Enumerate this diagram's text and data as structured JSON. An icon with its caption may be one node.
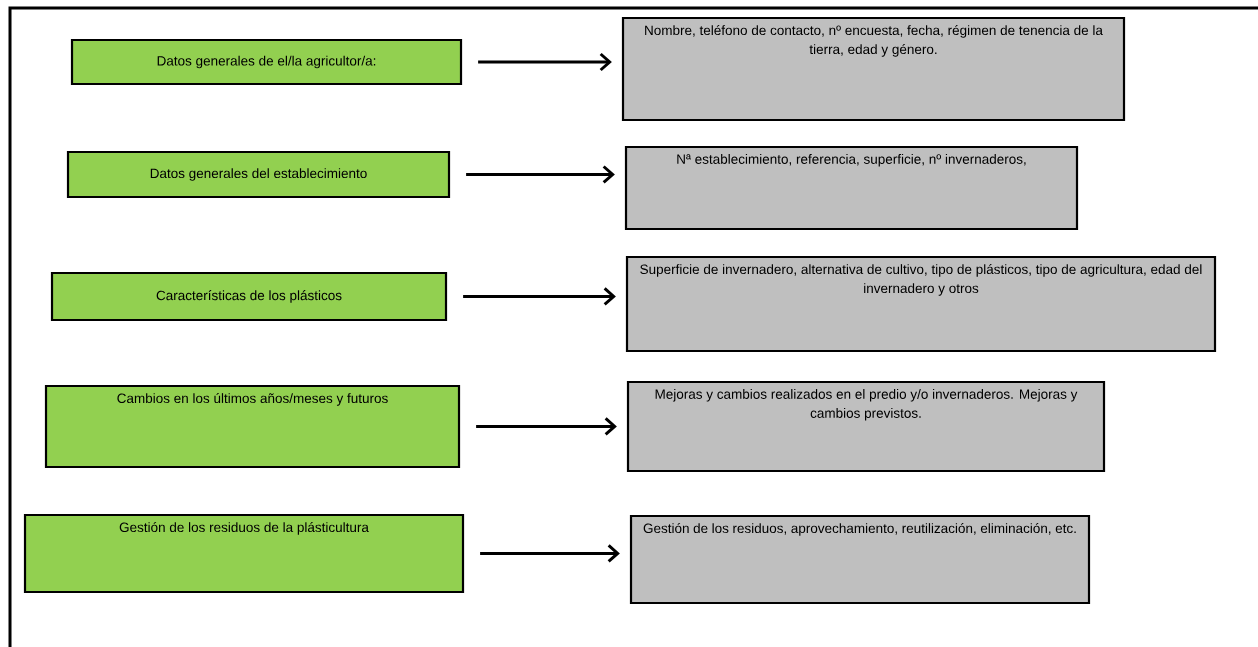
{
  "diagram": {
    "nodes": [
      {
        "text": [
          "Datos generales de el/la agricultor/a:"
        ]
      },
      {
        "text": [
          "Nombre, teléfono de contacto, nº encuesta, fecha, régimen de tenencia de la tierra, edad y género."
        ]
      },
      {
        "text": [
          "Datos generales del establecimiento"
        ]
      },
      {
        "text": [
          "Nª establecimiento, referencia, superficie, nº invernaderos,"
        ]
      },
      {
        "text": [
          "Características de los plásticos"
        ]
      },
      {
        "text": [
          "Superficie de invernadero, alternativa de cultivo, tipo de plásticos, tipo de agricultura, edad del invernadero y otros"
        ]
      },
      {
        "text": [
          "Cambios en los últimos años/meses y futuros"
        ]
      },
      {
        "text": [
          "Mejoras y cambios realizados en el predio y/o invernaderos. Mejoras y cambios previstos."
        ]
      },
      {
        "text": [
          "Gestión de los residuos de la plásticultura"
        ]
      },
      {
        "text": [
          "Gestión de los residuos,  aprovechamiento, reutilización, eliminación, etc."
        ]
      }
    ],
    "edges": [
      {
        "from": 0,
        "to": 1,
        "arrow": "to"
      },
      {
        "from": 2,
        "to": 3,
        "arrow": "to"
      },
      {
        "from": 4,
        "to": 5,
        "arrow": "to"
      },
      {
        "from": 6,
        "to": 7,
        "arrow": "to"
      },
      {
        "from": 8,
        "to": 9,
        "arrow": "to"
      }
    ]
  }
}
